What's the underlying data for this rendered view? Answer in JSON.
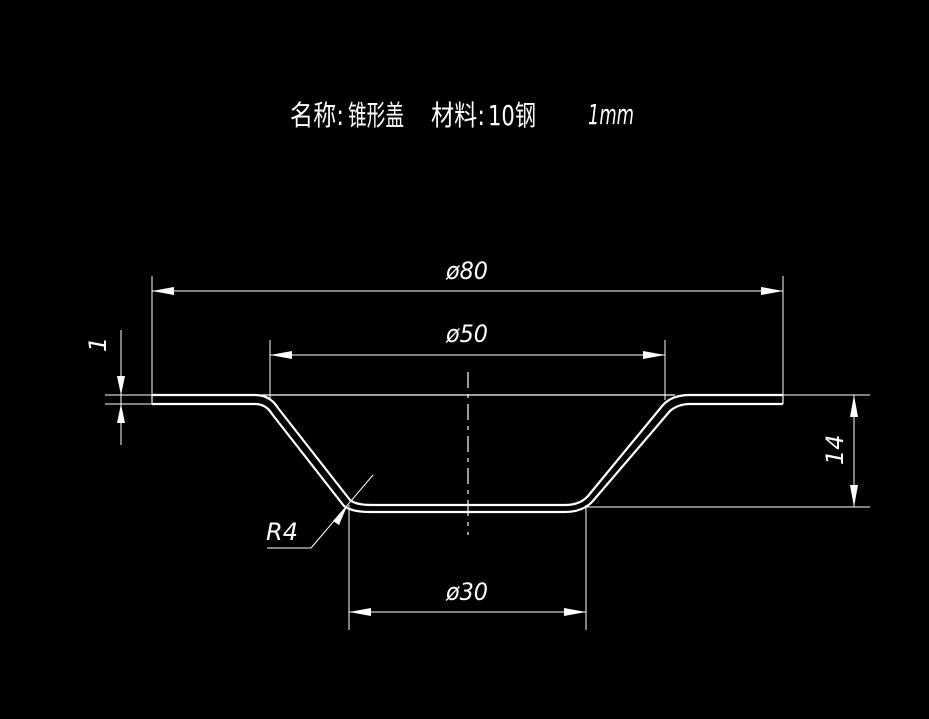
{
  "title": {
    "name_label": "名称:",
    "name_value": "锥形盖",
    "material_label": "材料:",
    "material_value": "10钢",
    "thickness": "1mm"
  },
  "dimensions": {
    "outer_diameter": "ø80",
    "middle_diameter": "ø50",
    "bottom_diameter": "ø30",
    "thickness": "1",
    "depth": "14",
    "radius": "R4"
  },
  "colors": {
    "background": "#000000",
    "lines": "#ffffff"
  }
}
